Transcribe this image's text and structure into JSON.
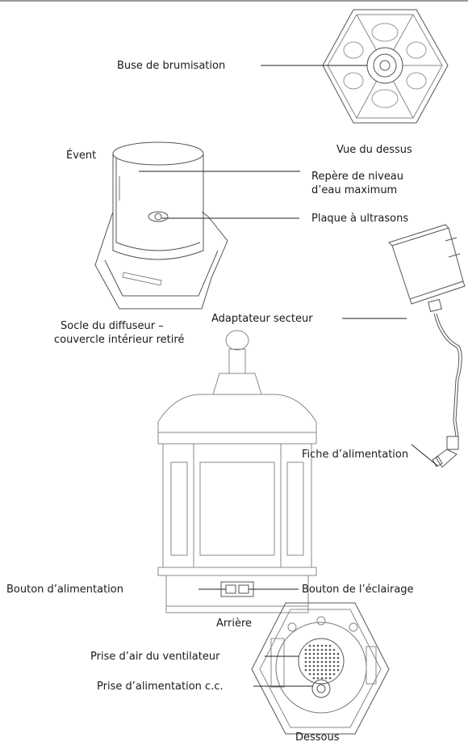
{
  "labels": {
    "nozzle": "Buse de brumisation",
    "top_view": "Vue du dessus",
    "vent": "Évent",
    "max_water_line1": "Repère de niveau",
    "max_water_line2": "d’eau maximum",
    "ultrasonic_plate": "Plaque à ultrasons",
    "base_caption1": "Socle du diffuseur –",
    "base_caption2": "couvercle intérieur retiré",
    "ac_adapter": "Adaptateur secteur",
    "power_plug": "Fiche d’alimentation",
    "power_button": "Bouton d’alimentation",
    "light_button": "Bouton de l’éclairage",
    "back": "Arrière",
    "fan_intake": "Prise d’air du ventilateur",
    "dc_power_jack": "Prise d’alimentation c.c.",
    "bottom": "Dessous"
  }
}
